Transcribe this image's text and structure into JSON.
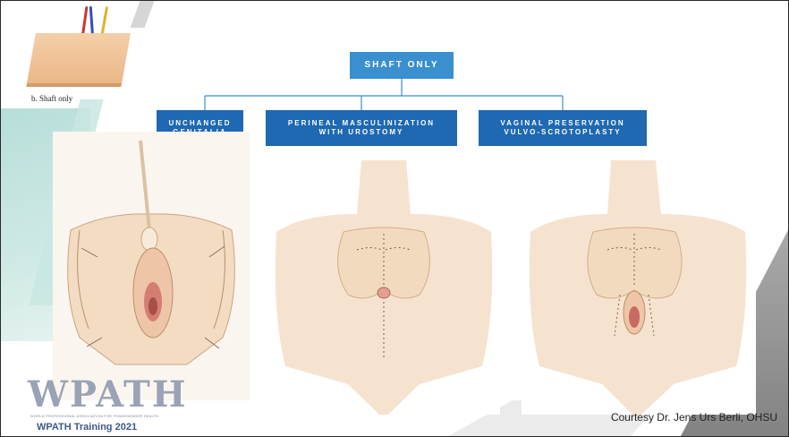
{
  "inset": {
    "caption": "b. Shaft only"
  },
  "diagram": {
    "root": "SHAFT ONLY",
    "children": [
      {
        "line1": "UNCHANGED",
        "line2": "GENITALIA"
      },
      {
        "line1": "PERINEAL MASCULINIZATION",
        "line2": "WITH UROSTOMY"
      },
      {
        "line1": "VAGINAL PRESERVATION",
        "line2": "VULVO-SCROTOPLASTY"
      }
    ]
  },
  "footer": {
    "logo_text": "WPATH",
    "association": "WORLD PROFESSIONAL ASSOCIATION FOR TRANSGENDER HEALTH",
    "training": "WPATH Training 2021",
    "credit": "Courtesy Dr. Jens Urs Berli, OHSU"
  },
  "colors": {
    "root_box": "#3a8fce",
    "child_box": "#1f68b2",
    "connector": "#3a8fce"
  }
}
